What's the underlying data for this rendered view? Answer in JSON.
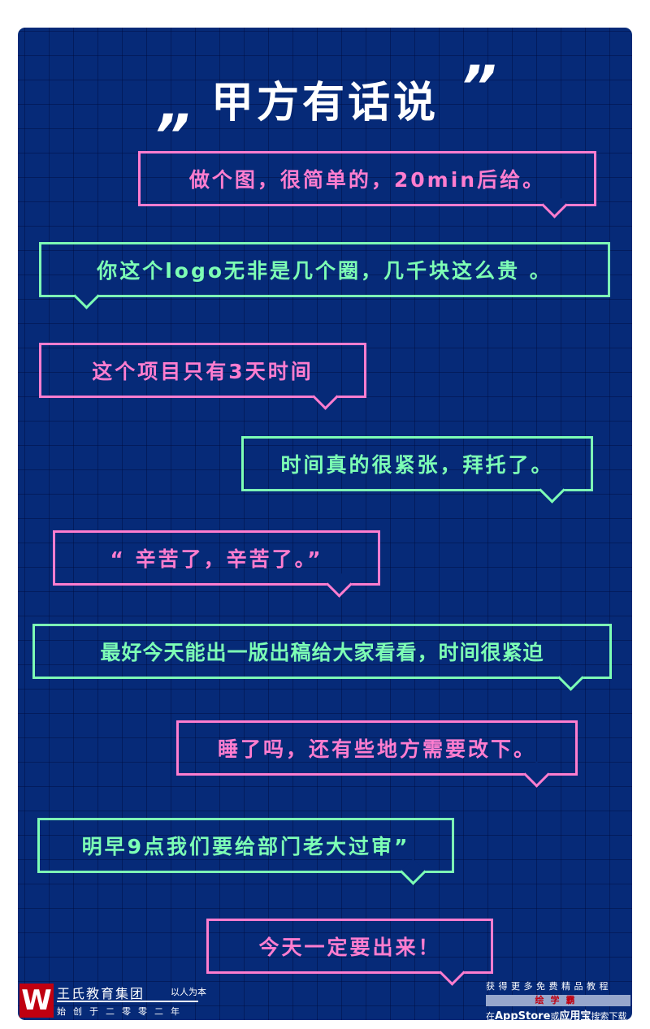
{
  "title": "甲方有话说",
  "quote_open": "„",
  "quote_close": "”",
  "colors": {
    "background": "#062a78",
    "pink": "#ff7dcf",
    "green": "#7dffb5"
  },
  "bubbles": [
    {
      "text": "做个图，很简单的，20min后给。",
      "color": "pink"
    },
    {
      "text": "你这个logo无非是几个圈，几千块这么贵 。",
      "color": "green"
    },
    {
      "text": "这个项目只有3天时间",
      "color": "pink"
    },
    {
      "text": "时间真的很紧张，拜托了。",
      "color": "green"
    },
    {
      "text": "“ 辛苦了，辛苦了。”",
      "color": "pink"
    },
    {
      "text": "最好今天能出一版出稿给大家看看，时间很紧迫",
      "color": "green"
    },
    {
      "text": "睡了吗，还有些地方需要改下。",
      "color": "pink"
    },
    {
      "text": "明早9点我们要给部门老大过审”",
      "color": "green"
    },
    {
      "text": "今天一定要出来！",
      "color": "pink"
    }
  ],
  "footer_left": {
    "logo": "W",
    "brand": "王氏教育集团",
    "slogan": "以人为本",
    "since": "始创于二零零二年"
  },
  "footer_right": {
    "line1": "获得更多免费精品教程",
    "app_name": "绘学霸",
    "line3_a": "在",
    "line3_store": "AppStore",
    "line3_b": "或",
    "line3_store2": "应用宝",
    "line3_c": "搜索下载"
  }
}
